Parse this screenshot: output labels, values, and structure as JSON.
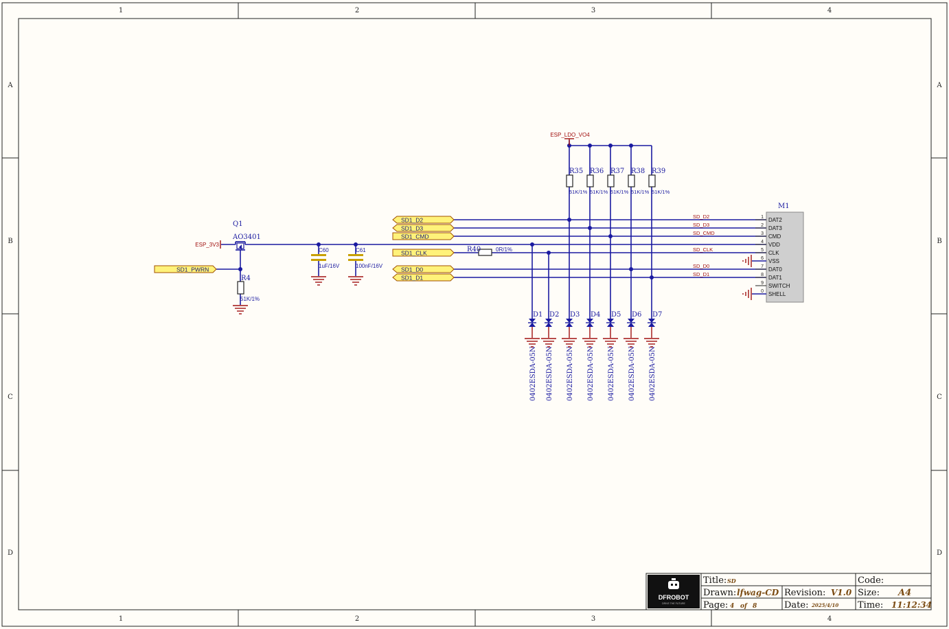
{
  "frame": {
    "cols": [
      "1",
      "2",
      "3",
      "4"
    ],
    "rows": [
      "A",
      "B",
      "C",
      "D"
    ]
  },
  "nets": {
    "esp_ldo": "ESP_LDO_VO4",
    "esp_3v3": "ESP_3V3",
    "ports": [
      "SD1_D2",
      "SD1_D3",
      "SD1_CMD",
      "SD1_CLK",
      "SD1_D0",
      "SD1_D1",
      "SD1_PWRN"
    ],
    "wire_labels": [
      "SD_D2",
      "SD_D3",
      "SD_CMD",
      "SD_CLK",
      "SD_D0",
      "SD_D1"
    ]
  },
  "components": {
    "q1": {
      "ref": "Q1",
      "value": "AO3401"
    },
    "r4": {
      "ref": "R4",
      "value": "51K/1%"
    },
    "c60": {
      "ref": "C60",
      "value": "1uF/16V"
    },
    "c61": {
      "ref": "C61",
      "value": "100nF/16V"
    },
    "r40": {
      "ref": "R40",
      "value": "0R/1%"
    },
    "pullups": [
      {
        "ref": "R35",
        "value": "51K/1%"
      },
      {
        "ref": "R36",
        "value": "51K/1%"
      },
      {
        "ref": "R37",
        "value": "51K/1%"
      },
      {
        "ref": "R38",
        "value": "51K/1%"
      },
      {
        "ref": "R39",
        "value": "51K/1%"
      }
    ],
    "diodes": [
      {
        "ref": "D1",
        "value": "0402ESDA-05N"
      },
      {
        "ref": "D2",
        "value": "0402ESDA-05N"
      },
      {
        "ref": "D3",
        "value": "0402ESDA-05N"
      },
      {
        "ref": "D4",
        "value": "0402ESDA-05N"
      },
      {
        "ref": "D5",
        "value": "0402ESDA-05N"
      },
      {
        "ref": "D6",
        "value": "0402ESDA-05N"
      },
      {
        "ref": "D7",
        "value": "0402ESDA-05N"
      }
    ],
    "m1": {
      "ref": "M1",
      "pins": [
        {
          "num": "1",
          "name": "DAT2"
        },
        {
          "num": "2",
          "name": "DAT3"
        },
        {
          "num": "3",
          "name": "CMD"
        },
        {
          "num": "4",
          "name": "VDD"
        },
        {
          "num": "5",
          "name": "CLK"
        },
        {
          "num": "6",
          "name": "VSS"
        },
        {
          "num": "7",
          "name": "DAT0"
        },
        {
          "num": "8",
          "name": "DAT1"
        },
        {
          "num": "9",
          "name": "SWITCH"
        },
        {
          "num": "0",
          "name": "SHELL"
        }
      ]
    }
  },
  "title_block": {
    "logo_text": "DFROBOT",
    "logo_tagline": "DRIVE THE FUTURE",
    "title_label": "Title:",
    "title_value": "SD",
    "drawn_label": "Drawn:",
    "drawn_value": "lfwag-CD",
    "page_label": "Page:",
    "page_value": "4",
    "page_of": "of",
    "page_total": "8",
    "revision_label": "Revision:",
    "revision_value": "V1.0",
    "date_label": "Date:",
    "date_value": "2025/4/10",
    "code_label": "Code:",
    "size_label": "Size:",
    "size_value": "A4",
    "time_label": "Time:",
    "time_value": "11:12:34"
  },
  "colors": {
    "wire": "#1a1aa0",
    "port_fill": "#fff27a",
    "power_net": "#a01010",
    "capacitor": "#c8a000",
    "connector_fill": "#cfcfcf",
    "frame": "#222222"
  }
}
